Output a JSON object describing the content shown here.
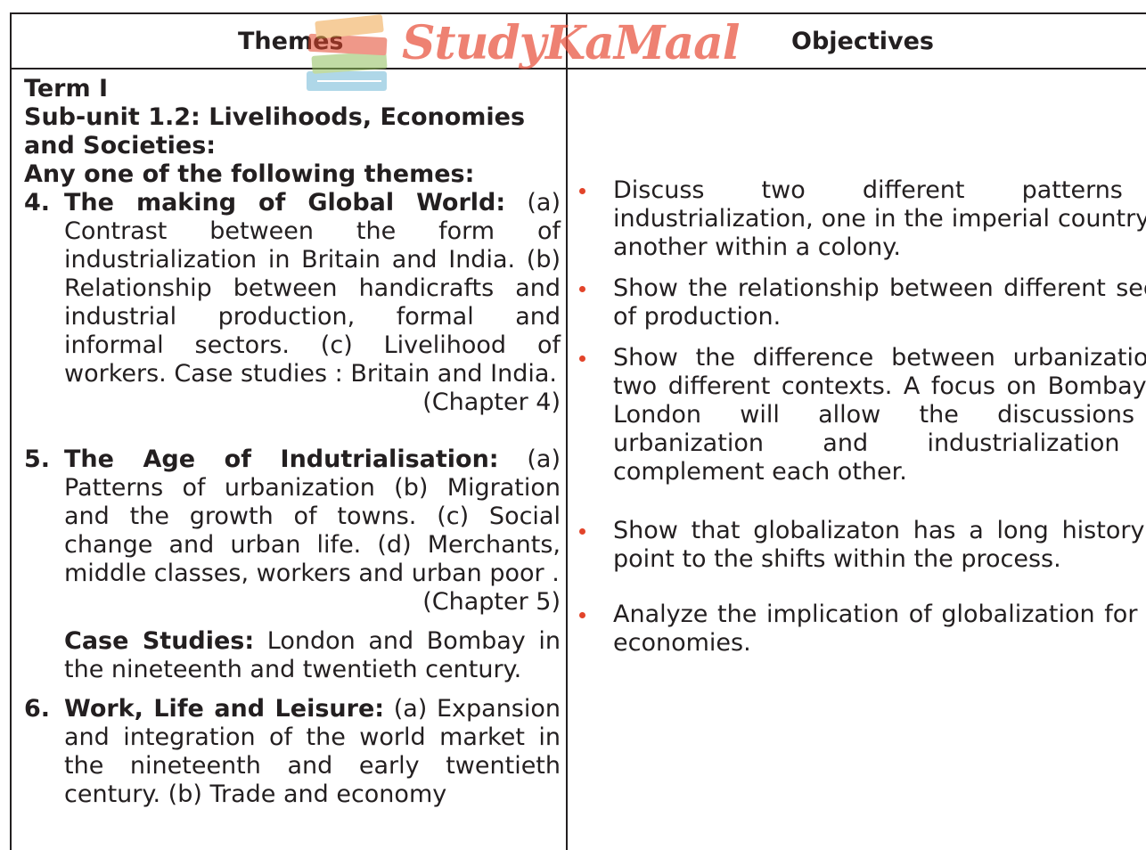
{
  "header": {
    "themes": "Themes",
    "objectives": "Objectives"
  },
  "watermark": {
    "text": "StudyKaMaal",
    "icon": "books-icon"
  },
  "left": {
    "term": "Term I",
    "subunit_line1": "Sub-unit 1.2: Livelihoods, Economies",
    "subunit_line2": "and Societies:",
    "any_one": "Any one of the following themes:",
    "themes": [
      {
        "num": "4.",
        "title": "The making of Global World:",
        "text": "(a) Contrast between the form of industrialization in Britain and India. (b) Relationship between handicrafts and industrial production, formal and informal sectors. (c) Livelihood of workers. Case studies : Britain and India.",
        "chapter": "(Chapter 4)"
      },
      {
        "num": "5.",
        "title": "The Age of Indutrialisation:",
        "text": "(a) Patterns of urbanization (b) Migration and the growth of towns. (c) Social change and urban life. (d) Merchants, middle classes, workers and urban poor .",
        "chapter": "(Chapter 5)"
      }
    ],
    "case_title": "Case Studies:",
    "case_text": "London and Bombay in the nineteenth and twentieth century.",
    "theme6": {
      "num": "6.",
      "title": "Work, Life and Leisure:",
      "text": "(a) Expansion and integration of the world market in the nineteenth and early twentieth century. (b) Trade and economy"
    }
  },
  "objectives": [
    "Discuss two different patterns of industrialization, one in the imperial country and another within a colony.",
    "Show the relationship between different sectors of production.",
    "Show the difference between urbanization in two different contexts. A focus on Bombay and London will allow the discussions on urbanization and industrialization to complement each other.",
    "Show that globalizaton has a long history and point to the shifts within the process.",
    "Analyze the implication of globalization for local economies."
  ]
}
